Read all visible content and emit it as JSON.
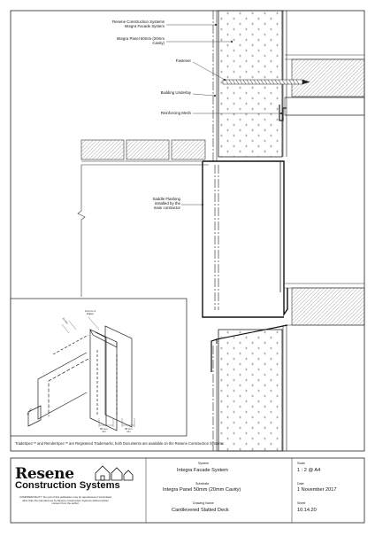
{
  "labels": {
    "system_line1": "Resene Construction Systems",
    "system_line2": "Integra Facade System",
    "panel_line1": "Integra Panel 50mm (20mm",
    "panel_line2": "Cavity)",
    "fastener": "Fastener",
    "building_underlay": "Building Underlay",
    "reinforcing_mesh": "Reinforcing Mesh",
    "saddle_line1": "Saddle Flashing",
    "saddle_line2": "installed by the",
    "saddle_line3": "main contractor"
  },
  "inset": {
    "form_line1": "Form to 3",
    "form_line2": "Edges",
    "dim_top": "15 mm",
    "dim_side": "20 mm",
    "dim_bottom_left_1": "50 mm",
    "dim_bottom_left_2": "min",
    "dim_bottom_right_1": "35 mm",
    "dim_bottom_right_2": "min"
  },
  "trademark": "TradeSpec™ and RenderSpec™ are Registered Trademarks, both Documents are available on the Resene Construction Systems",
  "title_block": {
    "logo_main": "Resene",
    "logo_sub": "Construction Systems",
    "confidentiality": "CONFIDENTIALITY: No part of this publication may be reproduced or transmitted other than the intended use by Resene Construction Systems without written consent from the author.",
    "system_label": "System",
    "system_value": "Integra Facade System",
    "substrate_label": "Substrate",
    "substrate_value": "Integra Panel 50mm (20mm Cavity)",
    "drawing_name_label": "Drawing Name",
    "drawing_name_value": "Cantilevered Slatted Deck",
    "scale_label": "Scale",
    "scale_value": "1 : 2 @ A4",
    "date_label": "Date",
    "date_value": "1 November 2017",
    "sheet_label": "Sheet",
    "sheet_value": "10.14.20"
  }
}
